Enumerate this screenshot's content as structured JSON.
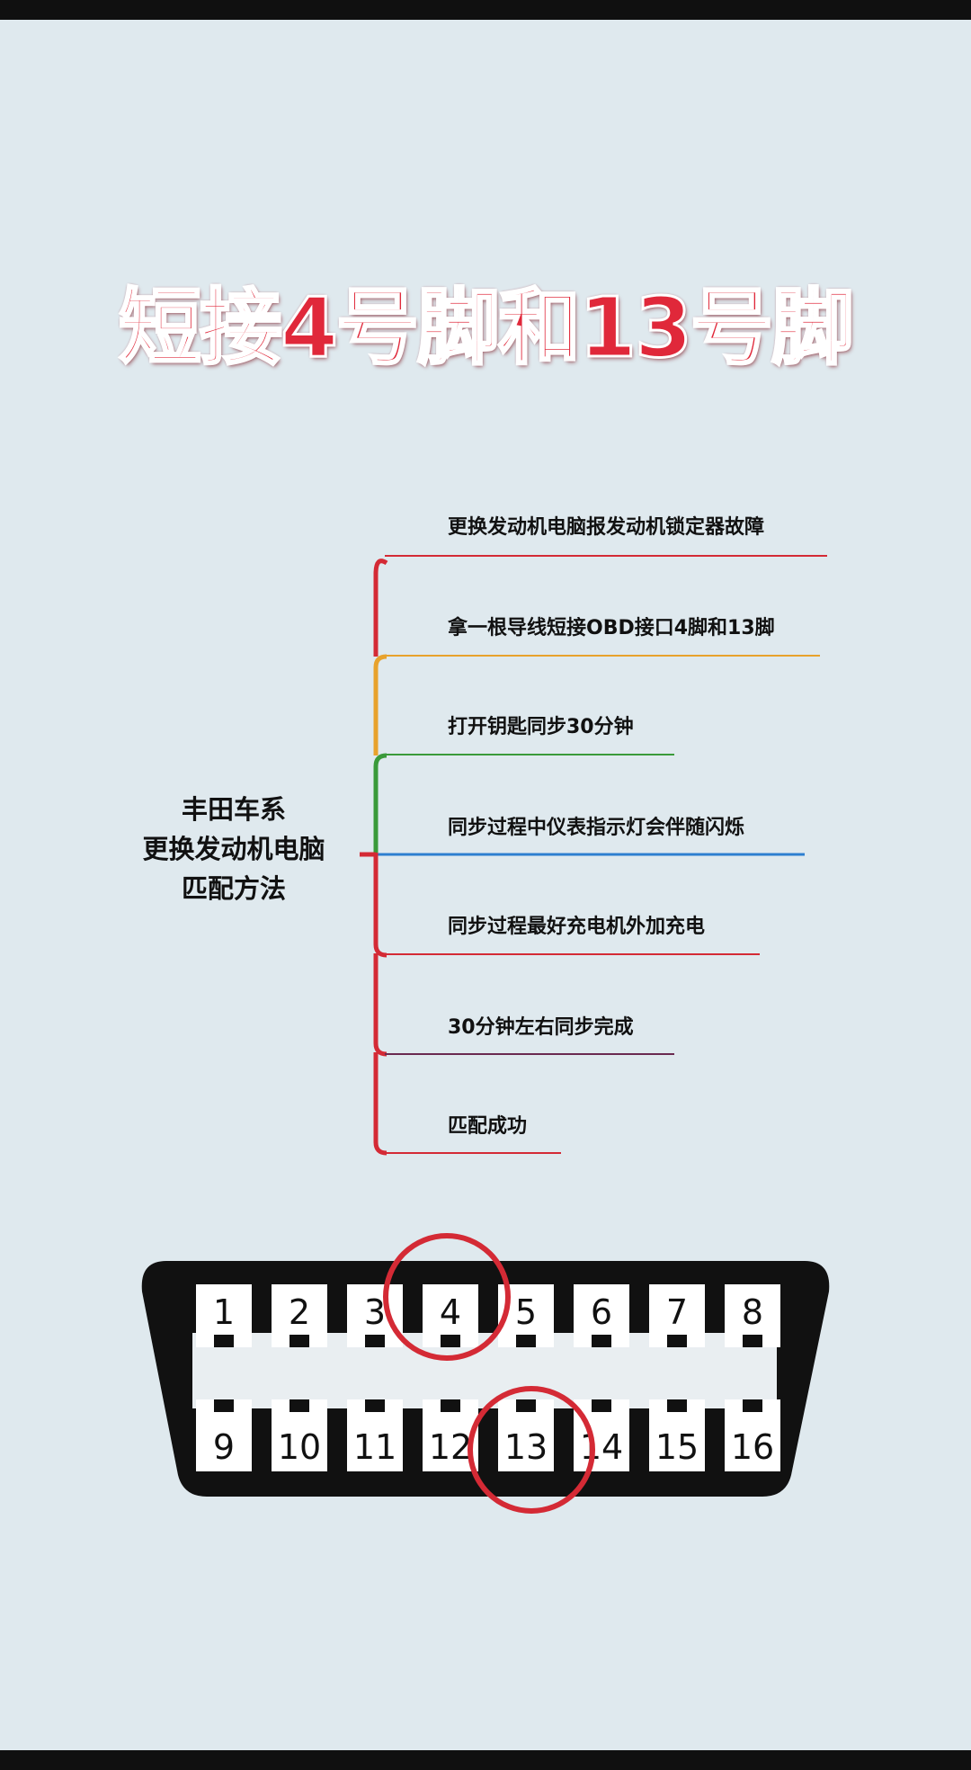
{
  "title": "短接4号脚和13号脚",
  "center": {
    "line1": "丰田车系",
    "line2": "更换发动机电脑",
    "line3": "匹配方法"
  },
  "branches": [
    {
      "text": "更换发动机电脑报发动机锁定器故障",
      "color": "#d42a35"
    },
    {
      "text": "拿一根导线短接OBD接口4脚和13脚",
      "color": "#e8a22c"
    },
    {
      "text": "打开钥匙同步30分钟",
      "color": "#3a9a3a"
    },
    {
      "text": "同步过程中仪表指示灯会伴随闪烁",
      "color": "#2d7fd0"
    },
    {
      "text": "同步过程最好充电机外加充电",
      "color": "#d42a35"
    },
    {
      "text": "30分钟左右同步完成",
      "color": "#6a2a50"
    },
    {
      "text": "匹配成功",
      "color": "#d42a35"
    }
  ],
  "connector": {
    "top_pins": [
      "1",
      "2",
      "3",
      "4",
      "5",
      "6",
      "7",
      "8"
    ],
    "bottom_pins": [
      "9",
      "10",
      "11",
      "12",
      "13",
      "14",
      "15",
      "16"
    ],
    "highlighted": [
      "4",
      "13"
    ],
    "highlight_color": "#d42a35"
  }
}
